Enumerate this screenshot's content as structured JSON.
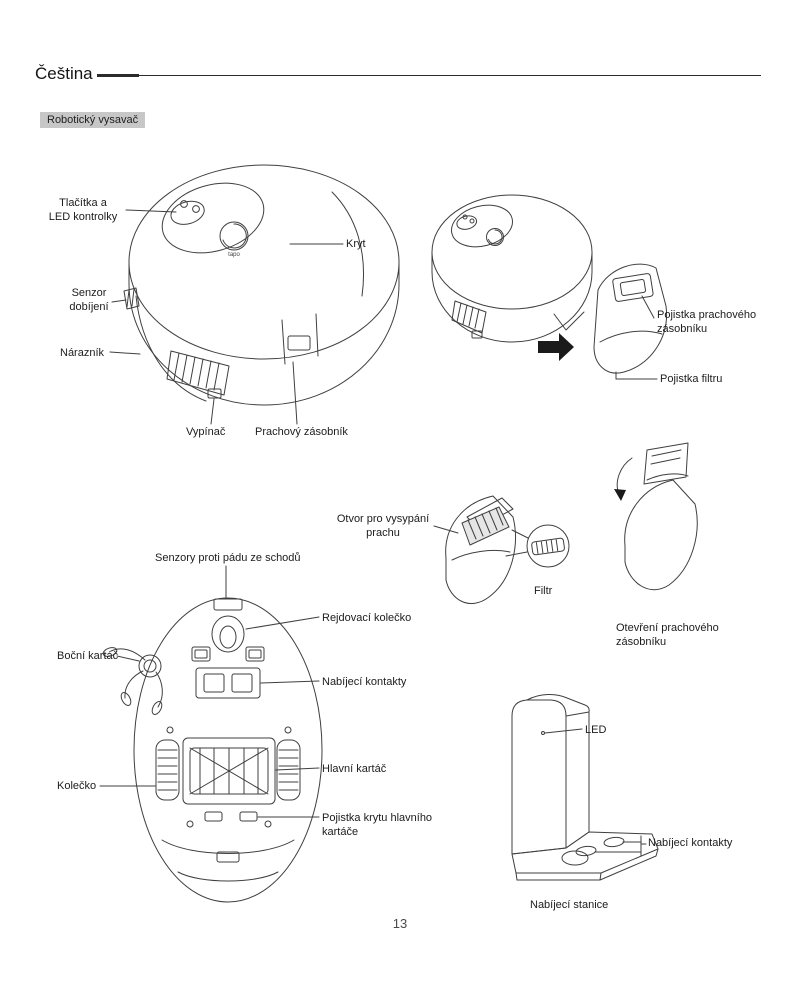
{
  "page": {
    "language_heading": "Čeština",
    "section_badge": "Robotický vysavač",
    "page_number": "13",
    "brand": "tapo"
  },
  "top_view_labels": {
    "buttons_led": "Tlačítka a\nLED kontrolky",
    "cover": "Kryt",
    "charging_sensor": "Senzor\ndobíjení",
    "bumper": "Nárazník",
    "power_switch": "Vypínač",
    "dust_bin": "Prachový zásobník"
  },
  "bin_removal_labels": {
    "bin_latch": "Pojistka prachového\nzásobníku",
    "filter_latch": "Pojistka filtru"
  },
  "bin_labels": {
    "emptying_opening": "Otvor pro vysypání\nprachu",
    "filter": "Filtr",
    "opening_bin": "Otevření prachového\nzásobníku"
  },
  "bottom_view_labels": {
    "cliff_sensors": "Senzory proti pádu ze schodů",
    "caster_wheel": "Rejdovací kolečko",
    "side_brush": "Boční kartáč",
    "charging_contacts": "Nabíjecí kontakty",
    "main_brush": "Hlavní kartáč",
    "wheel": "Kolečko",
    "main_brush_cover_latch": "Pojistka krytu hlavního\nkartáče"
  },
  "dock_labels": {
    "led": "LED",
    "charging_contacts": "Nabíjecí kontakty",
    "station": "Nabíjecí stanice"
  }
}
